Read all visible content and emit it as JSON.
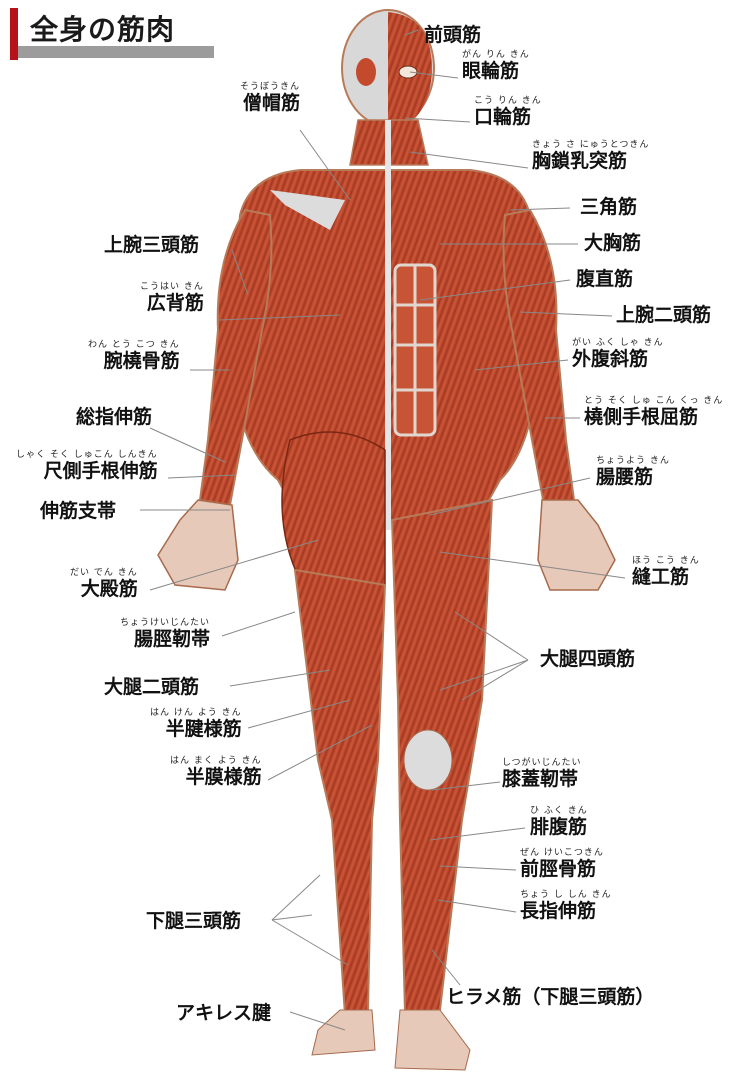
{
  "title": "全身の筋肉",
  "labels": {
    "zentoukin": {
      "text": "前頭筋",
      "ruby": ""
    },
    "ganrinkin": {
      "text": "眼輪筋",
      "ruby": "がん りん きん"
    },
    "kourinkin": {
      "text": "口輪筋",
      "ruby": "こう りん きん"
    },
    "kyousa": {
      "text": "胸鎖乳突筋",
      "ruby": "きょう さ にゅうとつきん"
    },
    "sankaku": {
      "text": "三角筋",
      "ruby": ""
    },
    "daikyou": {
      "text": "大胸筋",
      "ruby": ""
    },
    "fukuchoku": {
      "text": "腹直筋",
      "ruby": ""
    },
    "joowannitou": {
      "text": "上腕二頭筋",
      "ruby": ""
    },
    "gaifuku": {
      "text": "外腹斜筋",
      "ruby": "がい ふく しゃ きん"
    },
    "tousoku": {
      "text": "橈側手根屈筋",
      "ruby": "とう そく しゅ こん くっ きん"
    },
    "chouyou": {
      "text": "腸腰筋",
      "ruby": "ちょうよう きん"
    },
    "houkou": {
      "text": "縫工筋",
      "ruby": "ほう こう きん"
    },
    "daitaishitou": {
      "text": "大腿四頭筋",
      "ruby": ""
    },
    "shitsugai": {
      "text": "膝蓋靭帯",
      "ruby": "しつがいじんたい"
    },
    "hifuku": {
      "text": "腓腹筋",
      "ruby": "ひ ふく きん"
    },
    "zenkei": {
      "text": "前脛骨筋",
      "ruby": "ぜん けいこつきん"
    },
    "choushi": {
      "text": "長指伸筋",
      "ruby": "ちょう し しん きん"
    },
    "hirame": {
      "text": "ヒラメ筋（下腿三頭筋）",
      "ruby": ""
    },
    "soubou": {
      "text": "僧帽筋",
      "ruby": "そうぼうきん"
    },
    "joowansantou": {
      "text": "上腕三頭筋",
      "ruby": ""
    },
    "kouhai": {
      "text": "広背筋",
      "ruby": "こうはい きん"
    },
    "wantou": {
      "text": "腕橈骨筋",
      "ruby": "わん とう こつ きん"
    },
    "soushi": {
      "text": "総指伸筋",
      "ruby": ""
    },
    "shakusoku": {
      "text": "尺側手根伸筋",
      "ruby": "しゃく そく しゅこん しんきん"
    },
    "shinkin": {
      "text": "伸筋支帯",
      "ruby": ""
    },
    "daiden": {
      "text": "大殿筋",
      "ruby": "だい でん きん"
    },
    "choukei": {
      "text": "腸脛靭帯",
      "ruby": "ちょうけいじんたい"
    },
    "daitainitou": {
      "text": "大腿二頭筋",
      "ruby": ""
    },
    "hanken": {
      "text": "半腱様筋",
      "ruby": "はん けん よう きん"
    },
    "hanmaku": {
      "text": "半膜様筋",
      "ruby": "はん まく よう きん"
    },
    "kataisantou": {
      "text": "下腿三頭筋",
      "ruby": ""
    },
    "achilles": {
      "text": "アキレス腱",
      "ruby": ""
    }
  },
  "colors": {
    "muscle": "#c44a2d",
    "muscle_dark": "#8f2d18",
    "tendon": "#dcdcdc",
    "accent": "#b5121b"
  }
}
